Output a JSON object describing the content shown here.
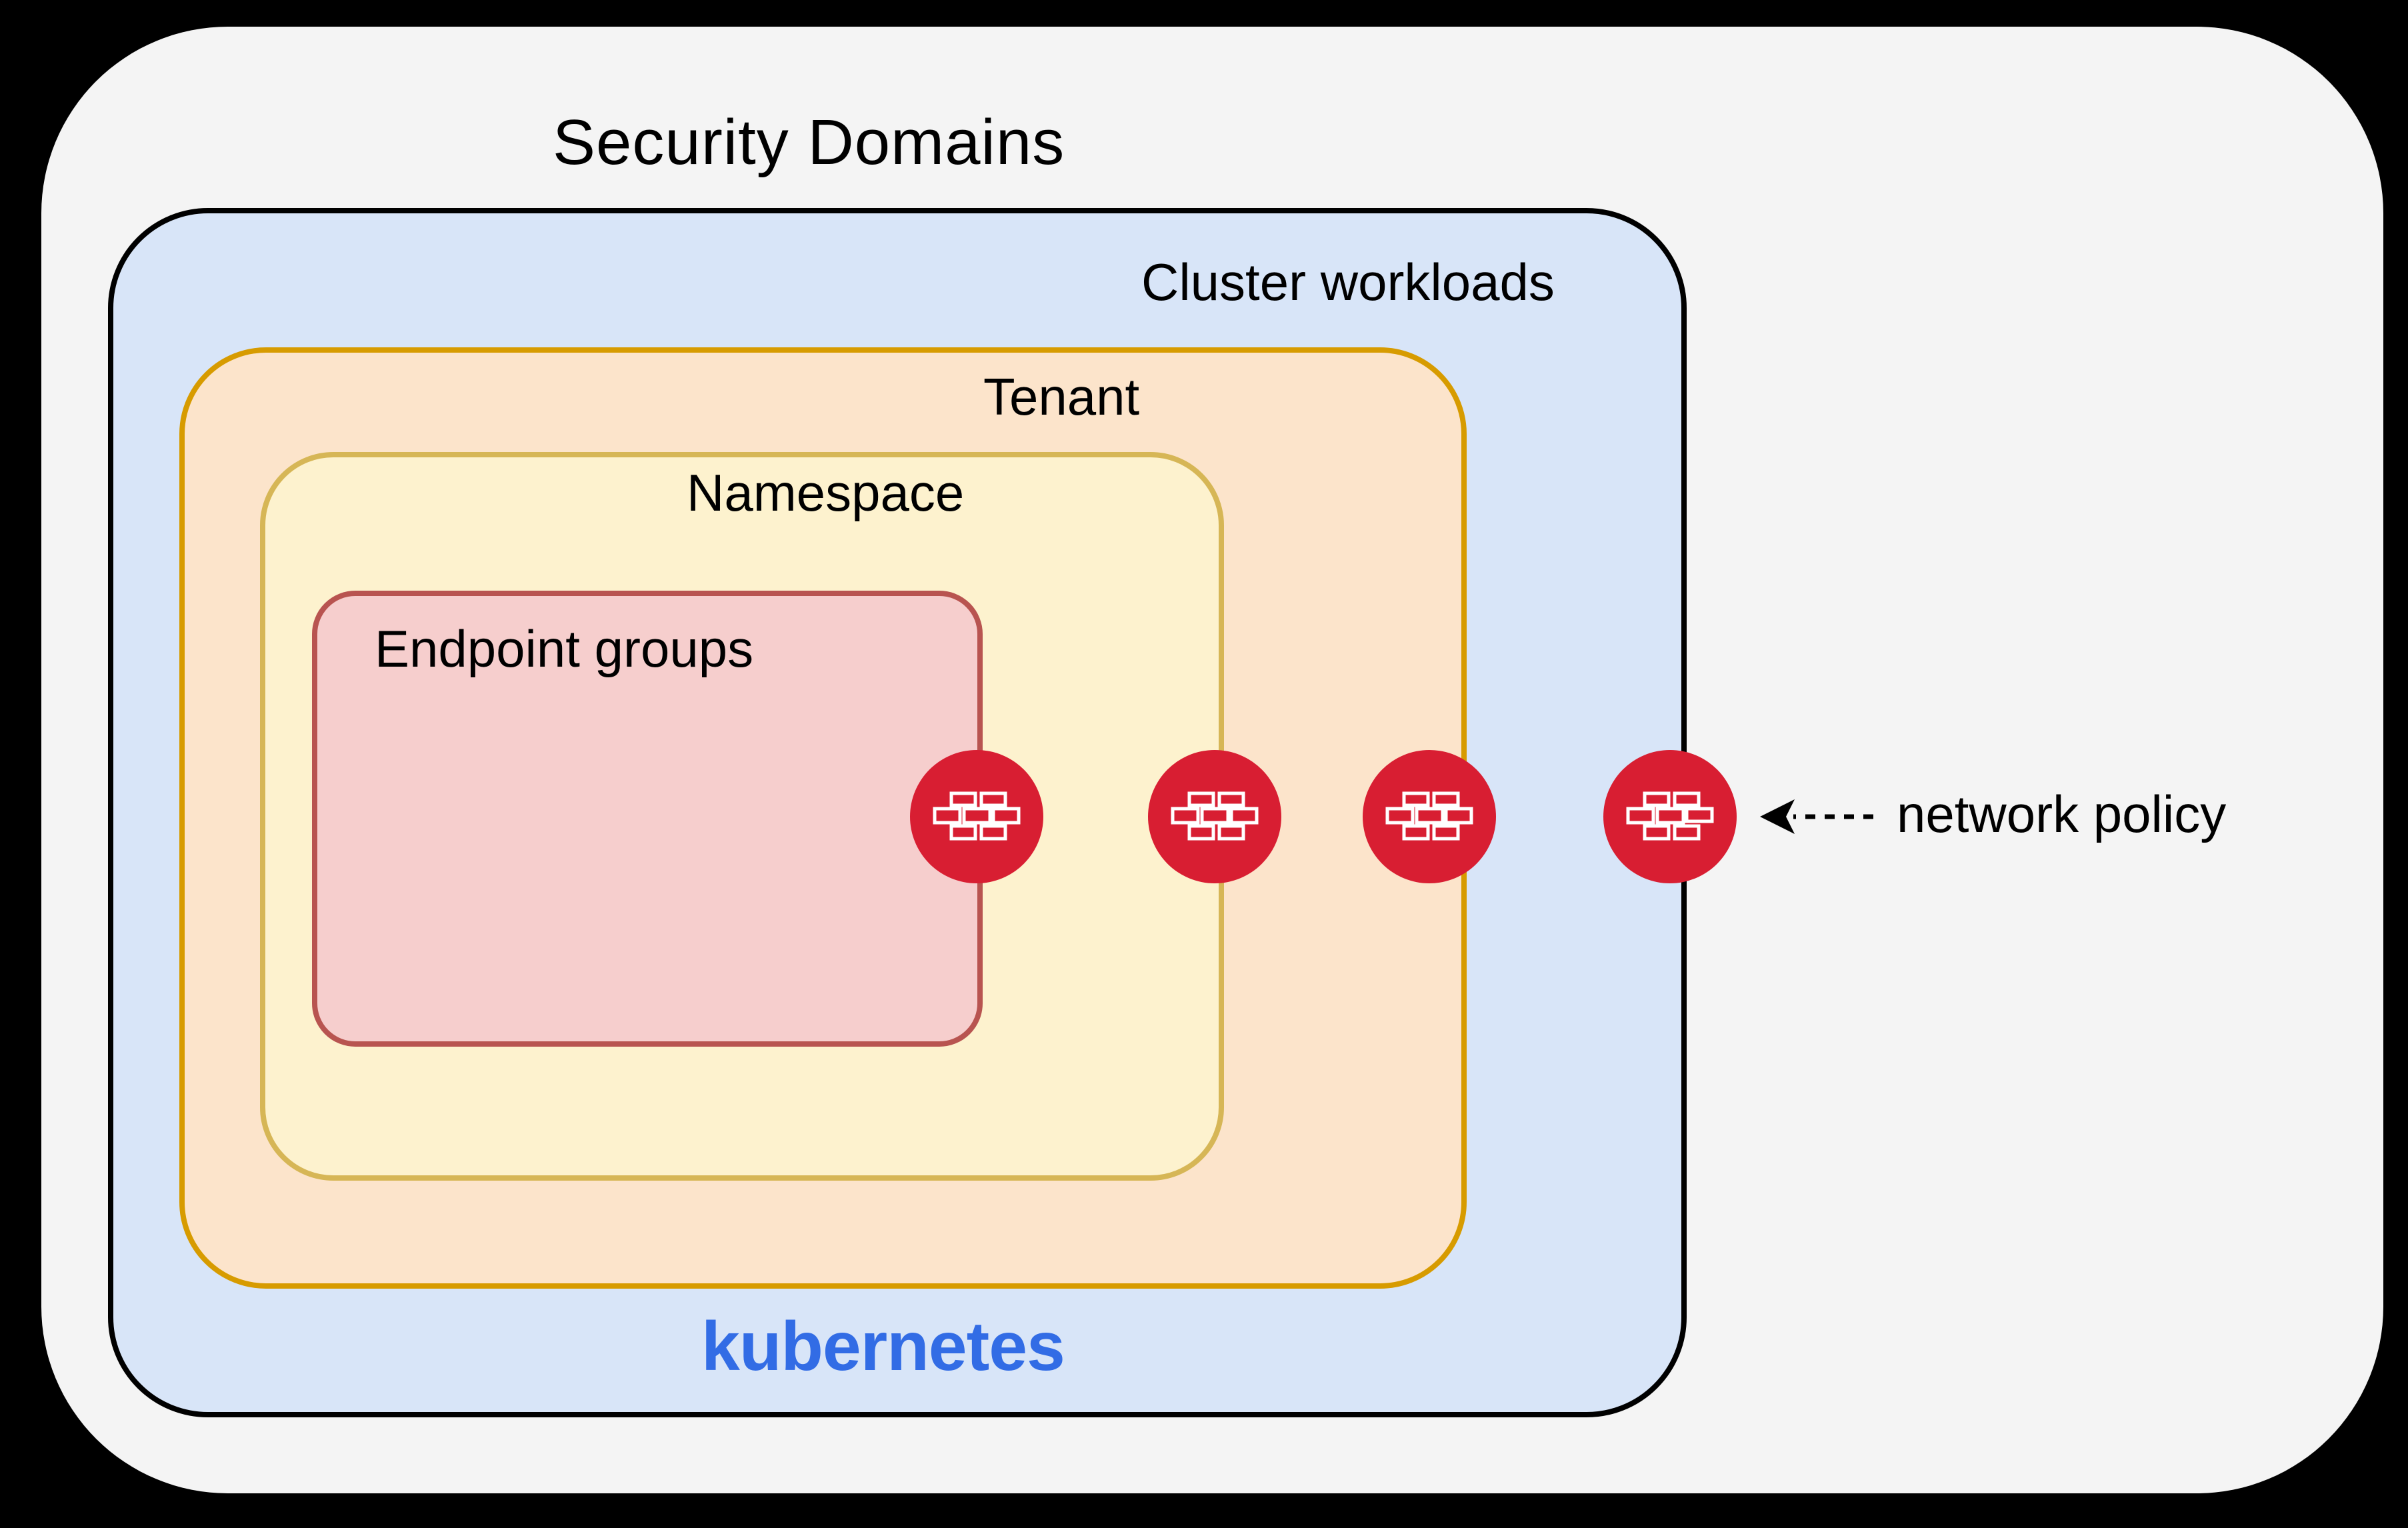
{
  "diagram": {
    "title": "Security Domains",
    "layers": [
      {
        "id": "cluster-workloads",
        "label": "Cluster workloads",
        "footer_label": "kubernetes"
      },
      {
        "id": "tenant",
        "label": "Tenant"
      },
      {
        "id": "namespace",
        "label": "Namespace"
      },
      {
        "id": "endpoint-groups",
        "label": "Endpoint groups"
      }
    ],
    "annotation": {
      "label": "network policy"
    },
    "firewall_icons": {
      "count": 4,
      "glyph": "brick-wall-in-red-circle"
    },
    "colors": {
      "background": "#000000",
      "outer_fill": "#F4F4F4",
      "cluster_fill": "#D8E5F8",
      "cluster_border": "#000000",
      "tenant_fill": "#FCE4CB",
      "tenant_border": "#D79B00",
      "namespace_fill": "#FDF2CE",
      "namespace_border": "#D6B656",
      "endpoint_fill": "#F6CECD",
      "endpoint_border": "#B85450",
      "firewall_red": "#D81E32",
      "kubernetes_blue": "#326CE5",
      "text": "#000000"
    }
  }
}
